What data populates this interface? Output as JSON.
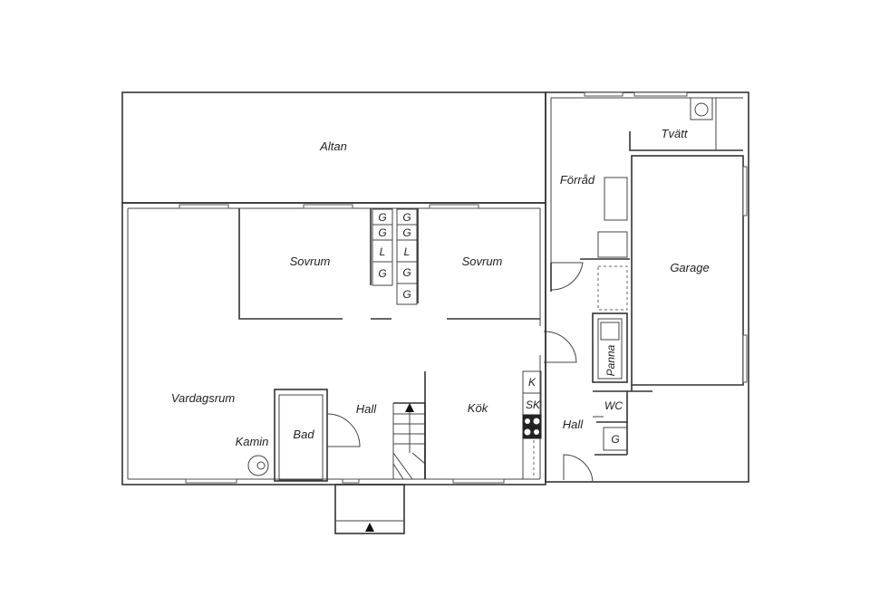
{
  "rooms": {
    "altan": "Altan",
    "sovrum_left": "Sovrum",
    "sovrum_right": "Sovrum",
    "vardagsrum": "Vardagsrum",
    "kamin": "Kamin",
    "bad": "Bad",
    "hall_center": "Hall",
    "kok": "Kök",
    "hall_right": "Hall",
    "forrad": "Förråd",
    "tvatt": "Tvätt",
    "garage": "Garage",
    "panna": "Panna",
    "wc": "WC"
  },
  "fixtures": {
    "closet_left": [
      "G",
      "G",
      "L",
      "G"
    ],
    "closet_right": [
      "G",
      "G",
      "L",
      "G",
      "G"
    ],
    "k": "K",
    "sk": "SK",
    "g_small": "G"
  }
}
